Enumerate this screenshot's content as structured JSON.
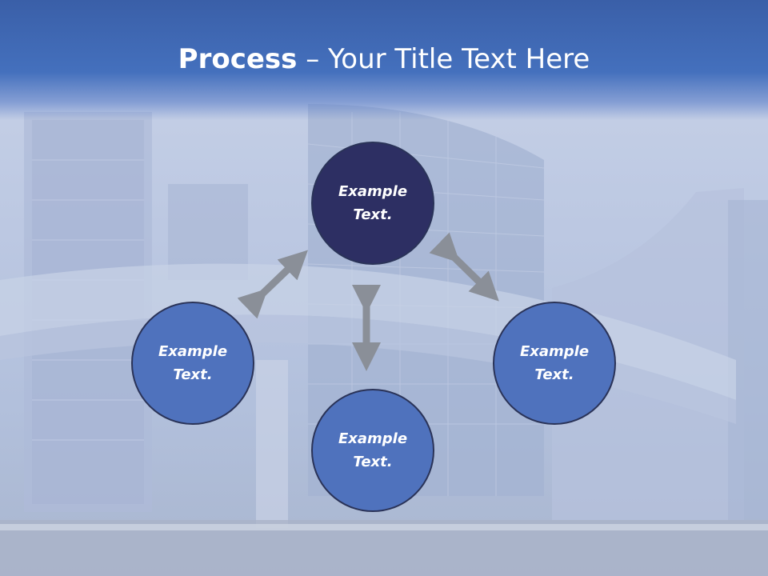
{
  "title": {
    "bold": "Process",
    "dash": " – ",
    "rest": "Your Title Text Here"
  },
  "nodes": {
    "top": {
      "line1": "Example",
      "line2": "Text."
    },
    "left": {
      "line1": "Example",
      "line2": "Text."
    },
    "right": {
      "line1": "Example",
      "line2": "Text."
    },
    "bottom": {
      "line1": "Example",
      "line2": "Text."
    }
  },
  "colors": {
    "header": "#4470bd",
    "node_top": "#2d2f63",
    "node_blue": "#4f72bd",
    "arrow": "#8a8f98"
  }
}
